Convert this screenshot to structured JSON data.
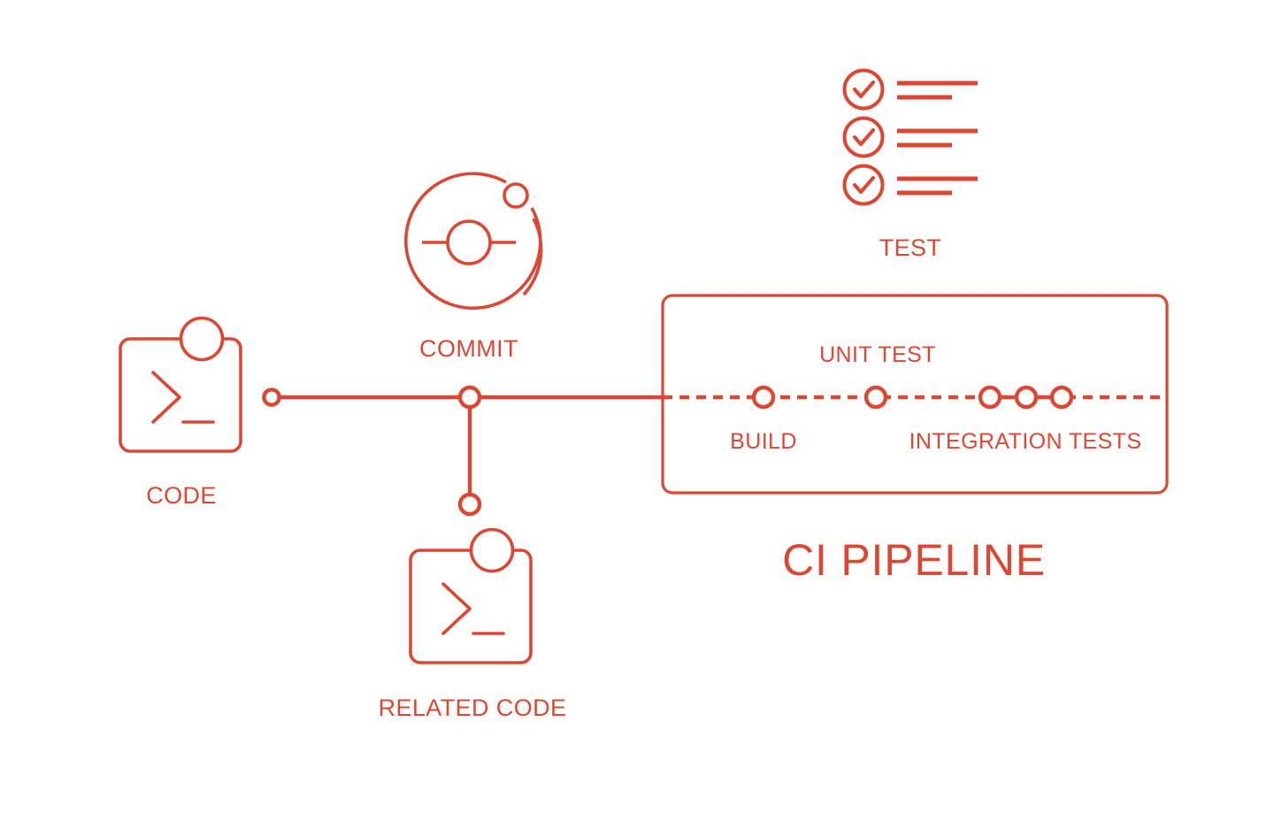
{
  "diagram": {
    "title": "CI PIPELINE",
    "accent_color": "#DC4733",
    "background_color": "#FFFFFF"
  },
  "nodes": {
    "code": {
      "label": "CODE",
      "icon": "terminal-code-icon"
    },
    "commit": {
      "label": "COMMIT",
      "icon": "commit-orbit-icon"
    },
    "related_code": {
      "label": "RELATED CODE",
      "icon": "terminal-code-icon"
    },
    "test": {
      "label": "TEST",
      "icon": "checklist-icon",
      "items": [
        {
          "checked": true,
          "icon": "check-circle-icon"
        },
        {
          "checked": true,
          "icon": "check-circle-icon"
        },
        {
          "checked": true,
          "icon": "check-circle-icon"
        }
      ]
    }
  },
  "pipeline": {
    "title": "CI PIPELINE",
    "stages": [
      {
        "label": "UNIT TEST",
        "position": "above"
      },
      {
        "label": "BUILD",
        "position": "below"
      },
      {
        "label": "INTEGRATION TESTS",
        "position": "below"
      }
    ],
    "stage_above": "UNIT TEST",
    "stage_build": "BUILD",
    "stage_integration": "INTEGRATION TESTS"
  }
}
